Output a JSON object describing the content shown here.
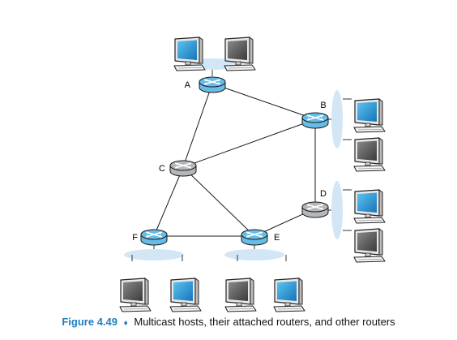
{
  "caption": {
    "figure_label": "Figure 4.49",
    "separator": "♦",
    "text": "Multicast hosts, their attached routers, and other routers"
  },
  "routers": [
    {
      "id": "A",
      "label": "A",
      "multicast": true
    },
    {
      "id": "B",
      "label": "B",
      "multicast": true
    },
    {
      "id": "C",
      "label": "C",
      "multicast": false
    },
    {
      "id": "D",
      "label": "D",
      "multicast": false
    },
    {
      "id": "E",
      "label": "E",
      "multicast": true
    },
    {
      "id": "F",
      "label": "F",
      "multicast": true
    }
  ],
  "links": [
    [
      "A",
      "C"
    ],
    [
      "A",
      "B"
    ],
    [
      "B",
      "C"
    ],
    [
      "B",
      "D"
    ],
    [
      "C",
      "F"
    ],
    [
      "C",
      "E"
    ],
    [
      "D",
      "E"
    ],
    [
      "F",
      "E"
    ]
  ],
  "hosts": [
    {
      "router": "A",
      "screen": "blue"
    },
    {
      "router": "A",
      "screen": "gray"
    },
    {
      "router": "B",
      "screen": "blue"
    },
    {
      "router": "B",
      "screen": "gray"
    },
    {
      "router": "D",
      "screen": "blue"
    },
    {
      "router": "D",
      "screen": "gray"
    },
    {
      "router": "F",
      "screen": "gray"
    },
    {
      "router": "F",
      "screen": "blue"
    },
    {
      "router": "E",
      "screen": "gray"
    },
    {
      "router": "E",
      "screen": "blue"
    }
  ],
  "colors": {
    "multicast_router": "#67bde8",
    "plain_router": "#b5b8bb",
    "blue_screen": "#2a9fd8",
    "gray_screen": "#5a5a5a",
    "lan_highlight": "#d3e6f6",
    "caption_accent": "#1f7fc0"
  }
}
